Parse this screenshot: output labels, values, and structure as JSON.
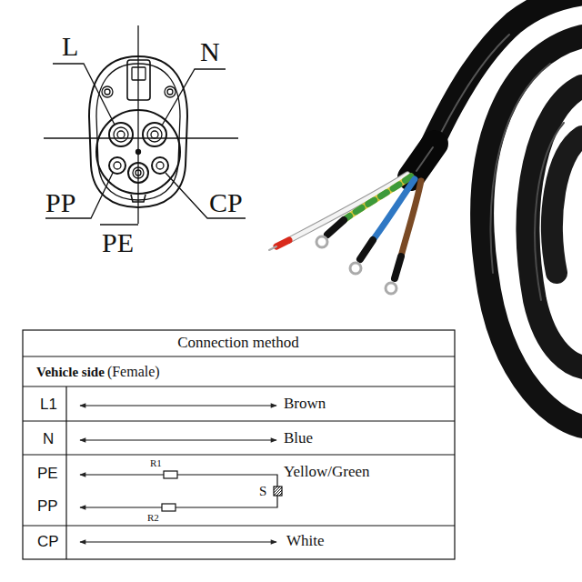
{
  "diagram": {
    "labels": [
      "L",
      "N",
      "PP",
      "PE",
      "CP",
      "Connection method",
      "Vehicle side",
      "(Female)",
      "L1",
      "Brown",
      "N",
      "Blue",
      "PE",
      "R1",
      "S",
      "PP",
      "R2",
      "Yellow/Green",
      "CP",
      "White"
    ]
  }
}
